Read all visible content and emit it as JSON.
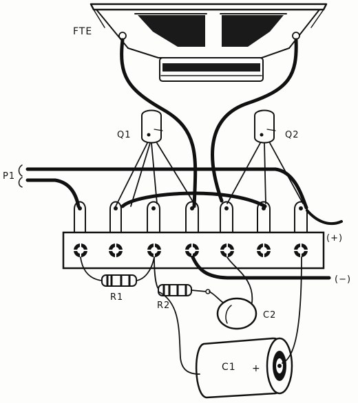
{
  "labels": {
    "speaker": "FTE",
    "transistor_1": "Q1",
    "transistor_2": "Q2",
    "input_plug": "P1",
    "resistor_1": "R1",
    "resistor_2": "R2",
    "capacitor_1": "C1",
    "capacitor_2": "C2",
    "polarity_plus_cap": "+",
    "supply_positive": "(+)",
    "supply_negative": "(−)"
  }
}
